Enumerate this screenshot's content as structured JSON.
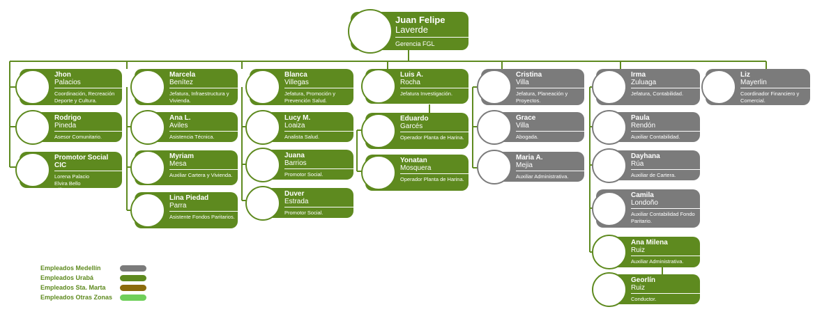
{
  "colors": {
    "green": "#5e8a1f",
    "gray": "#7b7b7b",
    "brown": "#8b6b0c",
    "lightgreen": "#6fcf5a"
  },
  "root": {
    "first": "Juan Felipe",
    "last": "Laverde",
    "role": "Gerencia FGL"
  },
  "nodes": {
    "jhon": {
      "first": "Jhon",
      "last": "Palacios",
      "role": "Coordinación, Recreación Deporte y Cultura."
    },
    "rodrigo": {
      "first": "Rodrigo",
      "last": "Pineda",
      "role": "Asesor Comunitario."
    },
    "promotor": {
      "first": "Promotor Social CIC",
      "last": "",
      "role": "Lorena Palacio\nElvira Bello\nGilberto Moreno"
    },
    "marcela": {
      "first": "Marcela",
      "last": "Benítez",
      "role": "Jefatura, Infraestructura y Vivienda."
    },
    "ana_l": {
      "first": "Ana L.",
      "last": "Aviles",
      "role": "Asistencia Técnica."
    },
    "myriam": {
      "first": "Myriam",
      "last": "Mesa",
      "role": "Auxiliar Cartera y Vivienda."
    },
    "lina": {
      "first": "Lina Piedad",
      "last": "Parra",
      "role": "Asistente Fondos Paritarios."
    },
    "blanca": {
      "first": "Blanca",
      "last": "Villegas",
      "role": "Jefatura, Promoción y Prevención Salud."
    },
    "lucy": {
      "first": "Lucy M.",
      "last": "Loaiza",
      "role": "Analista Salud."
    },
    "juana": {
      "first": "Juana",
      "last": "Barrios",
      "role": "Promotor Social."
    },
    "duver": {
      "first": "Duver",
      "last": "Estrada",
      "role": "Promotor Social."
    },
    "luis": {
      "first": "Luis A.",
      "last": "Rocha",
      "role": "Jefatura Investigación."
    },
    "eduardo": {
      "first": "Eduardo",
      "last": "Garcés",
      "role": "Operador Planta de Harina."
    },
    "yonatan": {
      "first": "Yonatan",
      "last": "Mosquera",
      "role": "Operador Planta de Harina."
    },
    "cristina": {
      "first": "Cristina",
      "last": "Villa",
      "role": "Jefatura, Planeación y Proyectos."
    },
    "grace": {
      "first": "Grace",
      "last": "Villa",
      "role": "Abogada."
    },
    "maria": {
      "first": "Maria A.",
      "last": "Mejia",
      "role": "Auxiliar Administrativa."
    },
    "irma": {
      "first": "Irma",
      "last": "Zuluaga",
      "role": "Jefatura, Contabilidad."
    },
    "paula": {
      "first": "Paula",
      "last": "Rendón",
      "role": "Auxiliar Contabilidad."
    },
    "dayhana": {
      "first": "Dayhana",
      "last": "Rúa",
      "role": "Auxiliar de Cartera."
    },
    "camila": {
      "first": "Camila",
      "last": "Londoño",
      "role": "Auxiliar Contabilidad Fondo Paritario."
    },
    "ana_milena": {
      "first": "Ana Milena",
      "last": "Ruiz",
      "role": "Auxiliar Administrativa."
    },
    "georlin": {
      "first": "Georlín",
      "last": "Ruiz",
      "role": "Conductor."
    },
    "liz": {
      "first": "Liz",
      "last": "Mayerlin",
      "role": "Coordinador Financiero y Comercial."
    }
  },
  "legend": [
    {
      "label": "Empleados Medellín",
      "color": "#7b7b7b"
    },
    {
      "label": "Empleados Urabá",
      "color": "#5e8a1f"
    },
    {
      "label": "Empleados Sta. Marta",
      "color": "#8b6b0c"
    },
    {
      "label": "Empleados Otras Zonas",
      "color": "#6fcf5a"
    }
  ]
}
